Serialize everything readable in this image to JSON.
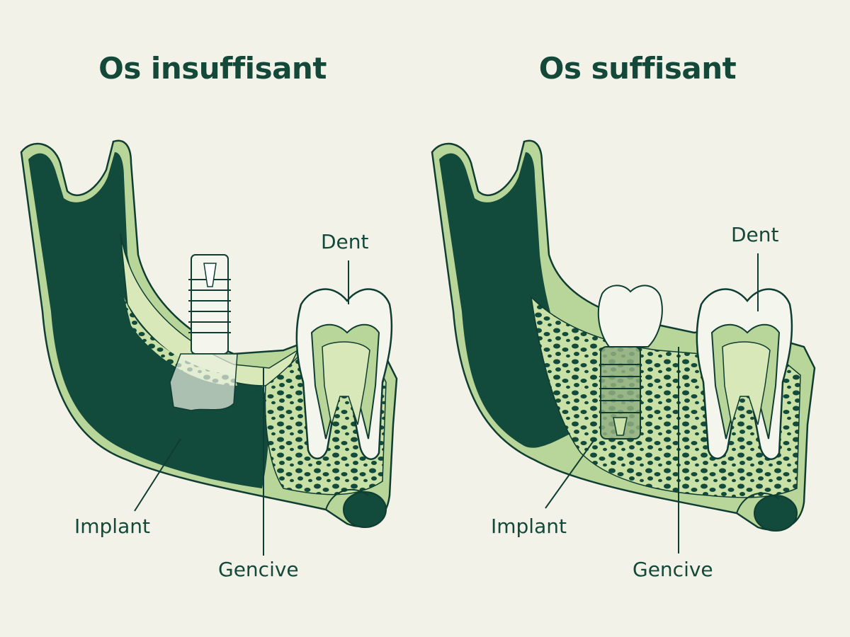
{
  "panels": [
    {
      "title": "Os insuffisant",
      "labels": {
        "tooth": "Dent",
        "implant": "Implant",
        "gum": "Gencive"
      }
    },
    {
      "title": "Os suffisant",
      "labels": {
        "tooth": "Dent",
        "implant": "Implant",
        "gum": "Gencive"
      }
    }
  ],
  "colors": {
    "background": "#f3f2e9",
    "dark_green": "#124a3b",
    "gum_green": "#b9d69a",
    "light_green": "#d9e8b8",
    "outline": "#0f3d31",
    "tooth": "#f4f5ec"
  }
}
